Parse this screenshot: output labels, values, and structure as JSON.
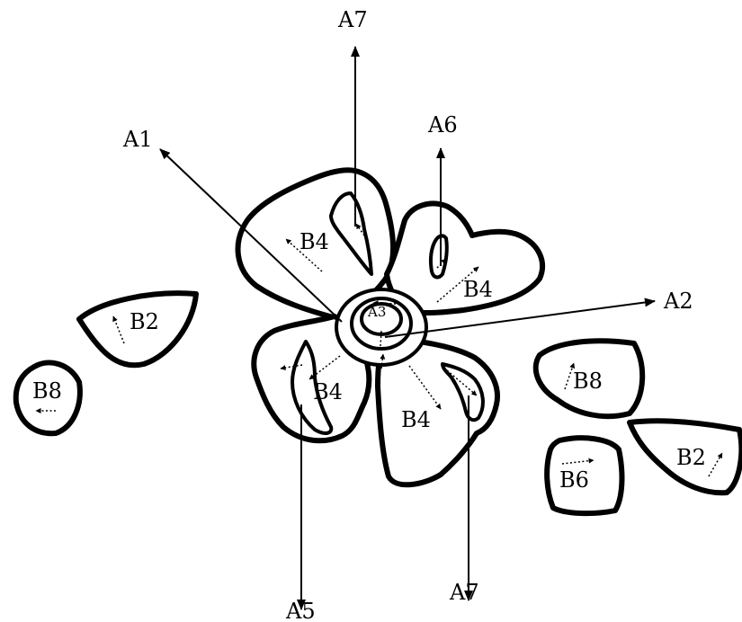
{
  "labels": {
    "a1": "A1",
    "a2": "A2",
    "a3": "A3",
    "a5": "A5",
    "a6": "A6",
    "a7_top": "A7",
    "a7_bottom": "A7",
    "b4_upper_left": "B4",
    "b4_upper_right": "B4",
    "b4_lower_left": "B4",
    "b4_lower_mid": "B4",
    "b2_left": "B2",
    "b2_right": "B2",
    "b8_left": "B8",
    "b8_right": "B8",
    "b6": "B6"
  },
  "colors": {
    "ink": "#000000",
    "paper": "#ffffff"
  }
}
